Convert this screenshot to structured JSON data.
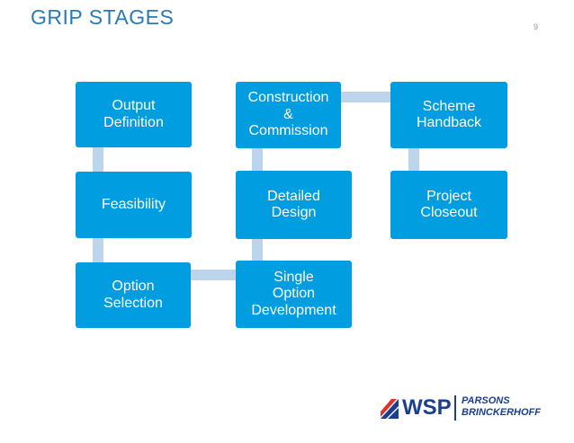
{
  "title": "GRIP STAGES",
  "page_number": "9",
  "stages": [
    {
      "label": "Output\nDefinition"
    },
    {
      "label": "Feasibility"
    },
    {
      "label": "Option\nSelection"
    },
    {
      "label": "Single\nOption\nDevelopment"
    },
    {
      "label": "Detailed\nDesign"
    },
    {
      "label": "Construction\n&\nCommission"
    },
    {
      "label": "Scheme\nHandback"
    },
    {
      "label": "Project\nCloseout"
    }
  ],
  "logo": {
    "brand": "WSP",
    "partner": "PARSONS\nBRINCKERHOFF"
  },
  "colors": {
    "box": "#009ee0",
    "connector": "#bcd5ea",
    "title": "#2a7ab8"
  }
}
